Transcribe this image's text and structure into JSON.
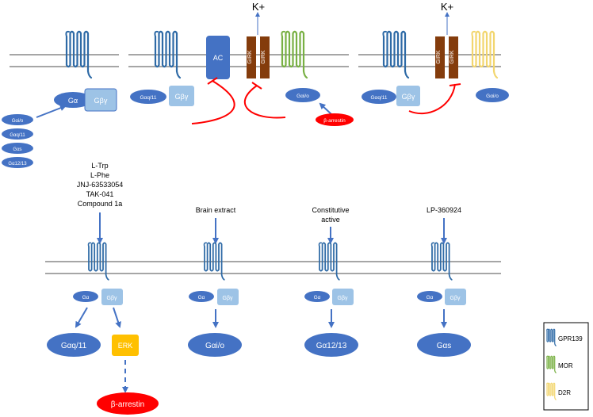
{
  "colors": {
    "gpr139": "#2e6aa6",
    "mor": "#78b043",
    "d2r": "#f2d66e",
    "galpha": "#4472c4",
    "gbg": "#9dc3e6",
    "ac": "#4472c4",
    "girk": "#843c0c",
    "arrestin": "#ff0000",
    "erk": "#ffc000",
    "inhibit": "#ff0000",
    "arrow": "#4472c4",
    "membrane": "#a6a6a6"
  },
  "top": {
    "panel1": {
      "galpha": "Gα",
      "gbg": "Gβγ",
      "subtypes": [
        "Gαi/o",
        "Gαq/11",
        "Gαs",
        "Gα12/13"
      ]
    },
    "panel2": {
      "kplus": "K+",
      "ac": "AC",
      "girk1": "GIRK",
      "girk2": "GIRK",
      "gq": "Gαq/11",
      "gbg": "Gβγ",
      "gio": "Gαi/o",
      "arrestin": "β-arrestin"
    },
    "panel3": {
      "kplus": "K+",
      "girk1": "GIRK",
      "girk2": "GIRK",
      "gq": "Gαq/11",
      "gbg": "Gβγ",
      "gio": "Gαi/o"
    }
  },
  "bottom": {
    "ligands1": [
      "L-Trp",
      "L-Phe",
      "JNJ-63533054",
      "TAK-041",
      "Compound 1a"
    ],
    "ligand2": "Brain extract",
    "ligand3": [
      "Constitutive",
      "active"
    ],
    "ligand4": "LP-360924",
    "galpha": "Gα",
    "gbg": "Gβγ",
    "out1": "Gαq/11",
    "erk": "ERK",
    "arrestin": "β-arrestin",
    "out2": "Gαi/o",
    "out3": "Gα12/13",
    "out4": "Gαs"
  },
  "legend": [
    {
      "label": "GPR139",
      "color": "#2e6aa6"
    },
    {
      "label": "MOR",
      "color": "#78b043"
    },
    {
      "label": "D2R",
      "color": "#f2d66e"
    }
  ]
}
